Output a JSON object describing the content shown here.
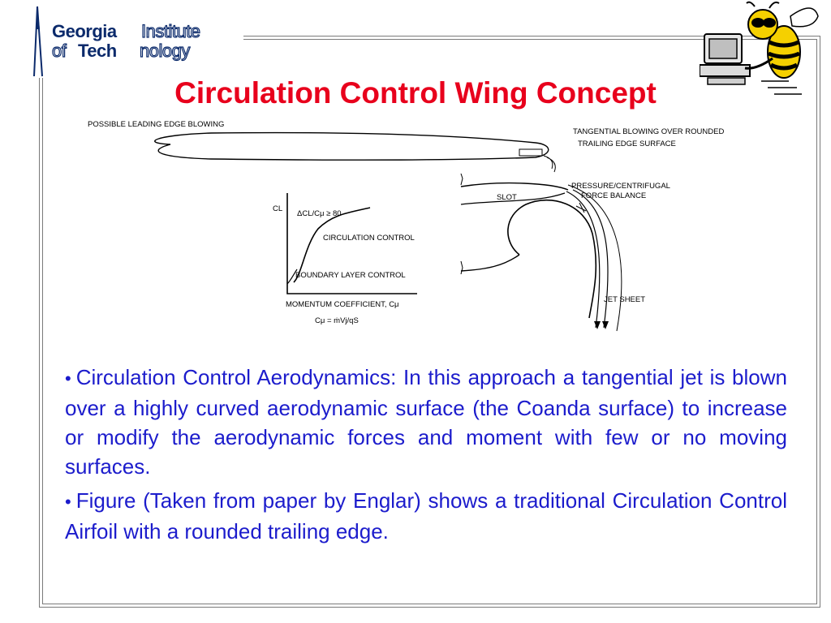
{
  "logo": {
    "line1_bold": "Georgia",
    "line1_outline": "Institute",
    "line2_outline_a": "of",
    "line2_bold": "Tech",
    "line2_outline_b": "nology"
  },
  "mascot": {
    "icon": "yellow-jacket-at-computer-icon"
  },
  "title": "Circulation Control Wing Concept",
  "figure": {
    "leading_edge_label": "POSSIBLE LEADING EDGE BLOWING",
    "tangential_label_1": "TANGENTIAL BLOWING OVER ROUNDED",
    "tangential_label_2": "TRAILING EDGE SURFACE",
    "slot_label": "SLOT",
    "pressure_label_1": "PRESSURE/CENTRIFUGAL",
    "pressure_label_2": "FORCE BALANCE",
    "jet_sheet_label": "JET SHEET",
    "graph": {
      "y_axis": "CL",
      "ratio_label": "ΔCL/Cμ ≥ 80",
      "cc_label": "CIRCULATION CONTROL",
      "blc_label": "BOUNDARY LAYER CONTROL",
      "x_axis": "MOMENTUM COEFFICIENT, Cμ",
      "formula": "Cμ = ṁVj/qS"
    }
  },
  "bullets": [
    {
      "text": "Circulation Control Aerodynamics:  In this approach a tangential jet is blown over a highly curved aerodynamic surface (the Coanda surface) to increase or modify the aerodynamic forces and moment with few or no moving surfaces."
    },
    {
      "text": "Figure (Taken from paper by Englar) shows a traditional Circulation Control Airfoil with a rounded trailing edge."
    }
  ],
  "colors": {
    "title": "#e8001c",
    "body_text": "#1c1ccc",
    "logo": "#0b2a6b",
    "frame": "#7a7a7a"
  }
}
